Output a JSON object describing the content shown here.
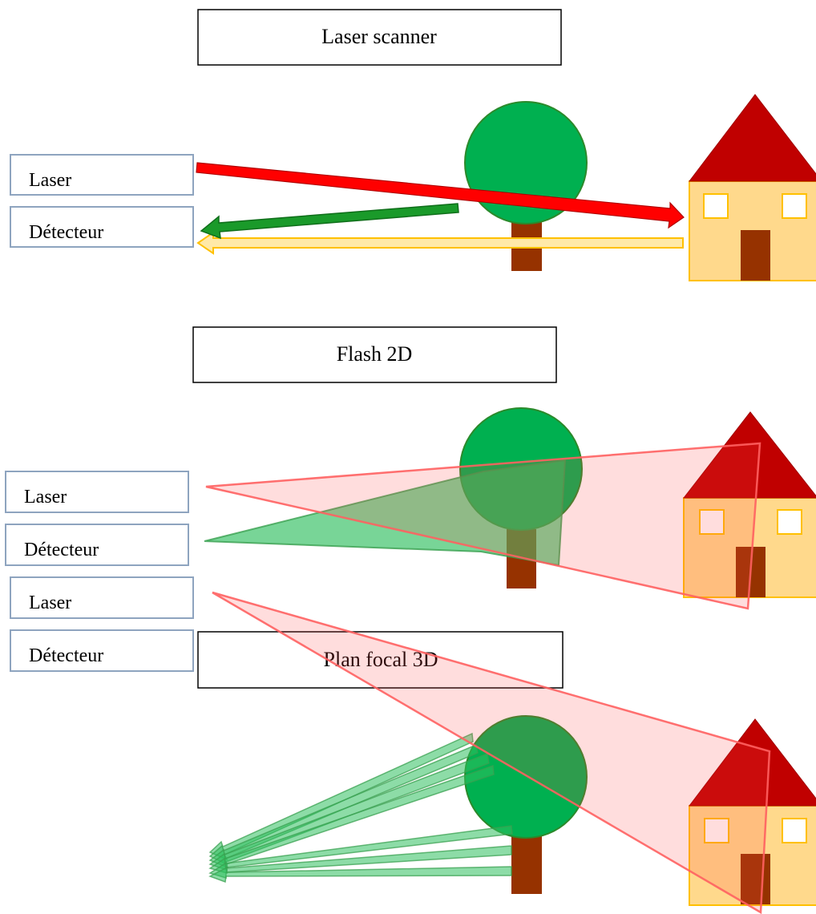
{
  "panels": [
    {
      "title": "Laser scanner",
      "laser_label": "Laser",
      "detector_label": "Détecteur"
    },
    {
      "title": "Flash 2D",
      "laser_label": "Laser",
      "detector_label": "Détecteur"
    },
    {
      "title": "Plan focal 3D",
      "laser_label": "Laser",
      "detector_label": "Détecteur"
    }
  ],
  "colors": {
    "tree_crown": "#00b050",
    "tree_trunk": "#963200",
    "house_wall": "#ffd98c",
    "house_roof": "#c00000",
    "laser_beam": "#ff2020",
    "return_beam": "#1a9a2a",
    "house_return": "#ffc000",
    "label_border": "#8ea4bf"
  }
}
